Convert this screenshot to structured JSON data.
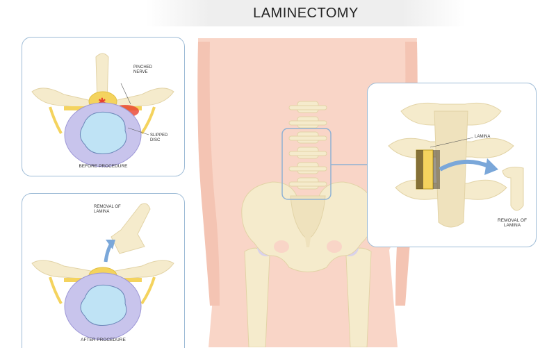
{
  "title": "LAMINECTOMY",
  "before": {
    "caption": "BEFORE PROCEDURE",
    "pinched_nerve_line1": "PINCHED",
    "pinched_nerve_line2": "NERVE",
    "slipped_disc_line1": "SLIPPED",
    "slipped_disc_line2": "DISC"
  },
  "after": {
    "caption": "AFTER PROCEDURE",
    "removal_line1": "REMOVAL OF",
    "removal_line2": "LAMINA"
  },
  "detail": {
    "lamina_label": "LAMINA",
    "removal_line1": "REMOVAL OF",
    "removal_line2": "LAMINA"
  },
  "colors": {
    "skin": "#f9d5c7",
    "bone": "#f5ebcc",
    "bone_shadow": "#e2d3a6",
    "disc_outer": "#c8c4ec",
    "disc_inner": "#bfe3f5",
    "nerve": "#f4d35e",
    "inflamed": "#e8412f",
    "highlight_box": "#8fb2d4",
    "arrow": "#7aa7d9"
  }
}
